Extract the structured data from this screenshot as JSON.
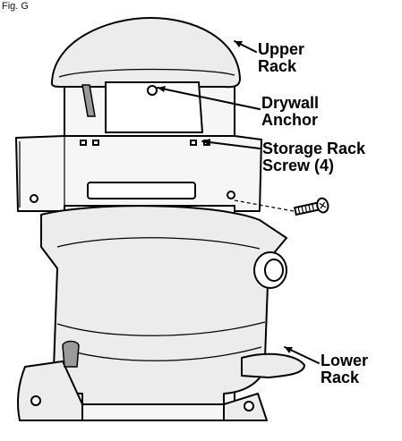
{
  "figure": {
    "label": "Fig. G"
  },
  "callouts": {
    "upper_rack": {
      "line1": "Upper",
      "line2": "Rack"
    },
    "drywall_anchor": {
      "line1": "Drywall",
      "line2": "Anchor"
    },
    "storage_rack_screw": {
      "line1": "Storage Rack",
      "line2": "Screw (4)"
    },
    "lower_rack": {
      "line1": "Lower",
      "line2": "Rack"
    }
  }
}
